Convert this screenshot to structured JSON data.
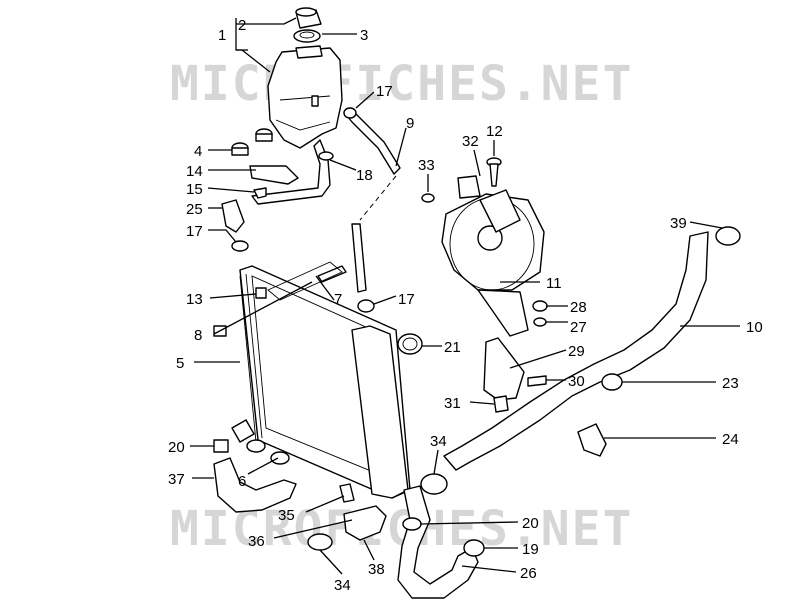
{
  "watermark": {
    "text": "MICROFICHES.NET"
  },
  "callouts": [
    {
      "id": "c1",
      "label": "1"
    },
    {
      "id": "c2",
      "label": "2"
    },
    {
      "id": "c3",
      "label": "3"
    },
    {
      "id": "c4",
      "label": "4"
    },
    {
      "id": "c14",
      "label": "14"
    },
    {
      "id": "c15",
      "label": "15"
    },
    {
      "id": "c25",
      "label": "25"
    },
    {
      "id": "c17a",
      "label": "17"
    },
    {
      "id": "c13",
      "label": "13"
    },
    {
      "id": "c8",
      "label": "8"
    },
    {
      "id": "c5",
      "label": "5"
    },
    {
      "id": "c20a",
      "label": "20"
    },
    {
      "id": "c37",
      "label": "37"
    },
    {
      "id": "c6",
      "label": "6"
    },
    {
      "id": "c35",
      "label": "35"
    },
    {
      "id": "c36",
      "label": "36"
    },
    {
      "id": "c34a",
      "label": "34"
    },
    {
      "id": "c38",
      "label": "38"
    },
    {
      "id": "c17b",
      "label": "17"
    },
    {
      "id": "c18",
      "label": "18"
    },
    {
      "id": "c9",
      "label": "9"
    },
    {
      "id": "c33",
      "label": "33"
    },
    {
      "id": "c32",
      "label": "32"
    },
    {
      "id": "c12",
      "label": "12"
    },
    {
      "id": "c7",
      "label": "7"
    },
    {
      "id": "c17c",
      "label": "17"
    },
    {
      "id": "c21",
      "label": "21"
    },
    {
      "id": "c11",
      "label": "11"
    },
    {
      "id": "c28",
      "label": "28"
    },
    {
      "id": "c27",
      "label": "27"
    },
    {
      "id": "c29",
      "label": "29"
    },
    {
      "id": "c30",
      "label": "30"
    },
    {
      "id": "c31",
      "label": "31"
    },
    {
      "id": "c39",
      "label": "39"
    },
    {
      "id": "c10",
      "label": "10"
    },
    {
      "id": "c23",
      "label": "23"
    },
    {
      "id": "c24",
      "label": "24"
    },
    {
      "id": "c34b",
      "label": "34"
    },
    {
      "id": "c20b",
      "label": "20"
    },
    {
      "id": "c19",
      "label": "19"
    },
    {
      "id": "c26",
      "label": "26"
    }
  ]
}
